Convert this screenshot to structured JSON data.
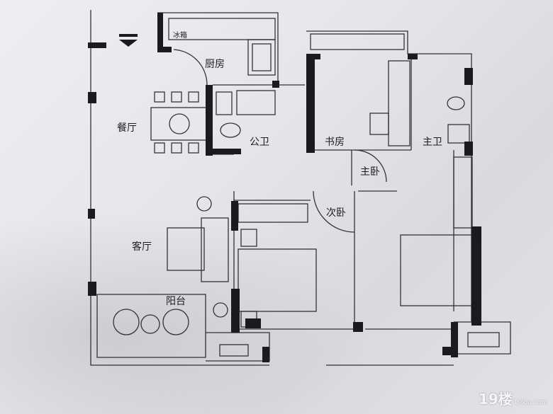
{
  "rooms": {
    "kitchen": "厨房",
    "dining": "餐厅",
    "public_bath": "公卫",
    "study": "书房",
    "master_bath": "主卫",
    "master_bedroom": "主卧",
    "second_bedroom": "次卧",
    "living": "客厅",
    "balcony": "阳台"
  },
  "fixtures": {
    "fridge": "冰箱"
  },
  "watermark": {
    "logo": "19楼",
    "site": "19lou.com"
  }
}
